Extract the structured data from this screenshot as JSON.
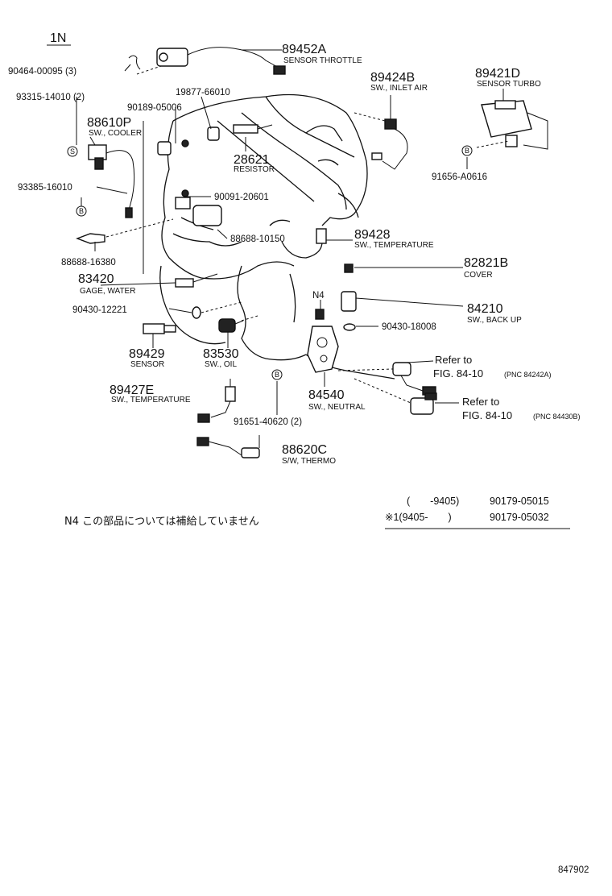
{
  "header": {
    "group_code": "1N"
  },
  "parts": [
    {
      "id": "p1",
      "number": "89452A",
      "name": "SENSOR THROTTLE"
    },
    {
      "id": "p2",
      "number": "90464-00095 (3)"
    },
    {
      "id": "p3",
      "number": "93315-14010 (2)"
    },
    {
      "id": "p4",
      "number": "90189-05006"
    },
    {
      "id": "p5",
      "number": "19877-66010"
    },
    {
      "id": "p6",
      "number": "88610P",
      "name": "SW., COOLER"
    },
    {
      "id": "p7",
      "number": "28621",
      "name": "RESISTOR"
    },
    {
      "id": "p8",
      "number": "89424B",
      "name": "SW., INLET AIR"
    },
    {
      "id": "p9",
      "number": "89421D",
      "name": "SENSOR TURBO"
    },
    {
      "id": "p10",
      "number": "93385-16010"
    },
    {
      "id": "p11",
      "number": "90091-20601"
    },
    {
      "id": "p12",
      "number": "91656-A0616"
    },
    {
      "id": "p13",
      "number": "88688-10150"
    },
    {
      "id": "p14",
      "number": "89428",
      "name": "SW., TEMPERATURE"
    },
    {
      "id": "p15",
      "number": "88688-16380"
    },
    {
      "id": "p16",
      "number": "82821B",
      "name": "COVER"
    },
    {
      "id": "p17",
      "number": "83420",
      "name": "GAGE, WATER"
    },
    {
      "id": "p18",
      "number": "N4"
    },
    {
      "id": "p19",
      "number": "84210",
      "name": "SW., BACK UP"
    },
    {
      "id": "p20",
      "number": "90430-12221"
    },
    {
      "id": "p21",
      "number": "90430-18008"
    },
    {
      "id": "p22",
      "number": "89429",
      "name": "SENSOR"
    },
    {
      "id": "p23",
      "number": "83530",
      "name": "SW., OIL"
    },
    {
      "id": "p24",
      "number": "84540",
      "name": "SW., NEUTRAL"
    },
    {
      "id": "p25",
      "number": "89427E",
      "name": "SW., TEMPERATURE"
    },
    {
      "id": "p26",
      "number": "91651-40620 (2)"
    },
    {
      "id": "p27",
      "number": "88620C",
      "name": "S/W, THERMO"
    }
  ],
  "references": [
    {
      "line1": "Refer to",
      "line2": "FIG. 84-10",
      "pnc": "(PNC 84242A)"
    },
    {
      "line1": "Refer to",
      "line2": "FIG. 84-10",
      "pnc": "(PNC 84430B)"
    }
  ],
  "markers": {
    "s": "S",
    "b": "B"
  },
  "footnote_n4": "N4 この部品については補給していません",
  "date_table": {
    "row1_range": "(　　-9405)",
    "row1_part": "90179-05015",
    "row2_range": "※1(9405-　　)",
    "row2_part": "90179-05032"
  },
  "illustration_number": "847902"
}
